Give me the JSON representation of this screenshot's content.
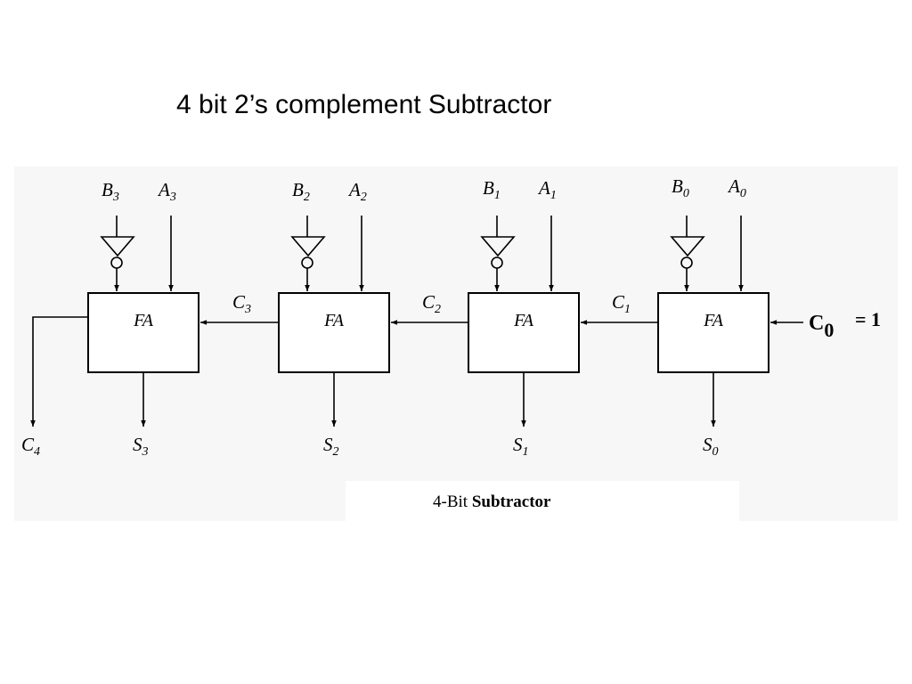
{
  "slide": {
    "title": "4 bit 2’s complement Subtractor",
    "caption_prefix": "4-Bit ",
    "caption_bold": "Subtractor"
  },
  "adder_label": "FA",
  "cin": {
    "base": "C",
    "sub": "0",
    "value": "= 1"
  },
  "cout": {
    "base": "C",
    "sub": "4"
  },
  "stages": [
    {
      "b": {
        "base": "B",
        "sub": "3"
      },
      "a": {
        "base": "A",
        "sub": "3"
      },
      "s": {
        "base": "S",
        "sub": "3"
      }
    },
    {
      "b": {
        "base": "B",
        "sub": "2"
      },
      "a": {
        "base": "A",
        "sub": "2"
      },
      "s": {
        "base": "S",
        "sub": "2"
      },
      "cout": {
        "base": "C",
        "sub": "3"
      }
    },
    {
      "b": {
        "base": "B",
        "sub": "1"
      },
      "a": {
        "base": "A",
        "sub": "1"
      },
      "s": {
        "base": "S",
        "sub": "1"
      },
      "cout": {
        "base": "C",
        "sub": "2"
      }
    },
    {
      "b": {
        "base": "B",
        "sub": "0"
      },
      "a": {
        "base": "A",
        "sub": "0"
      },
      "s": {
        "base": "S",
        "sub": "0"
      },
      "cout": {
        "base": "C",
        "sub": "1"
      }
    }
  ]
}
